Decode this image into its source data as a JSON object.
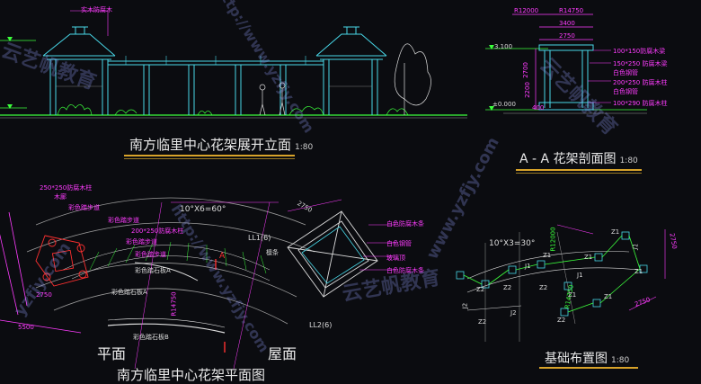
{
  "elevation": {
    "title": "南方临里中心花架展开立面",
    "scale": "1:80",
    "top_label": "实木防腐木"
  },
  "section": {
    "title": "A - A 花架剖面图",
    "scale": "1:80",
    "dims": [
      "R12000",
      "R14750",
      "3400",
      "2750",
      "2700",
      "2200",
      "400"
    ],
    "levels": [
      "3.100",
      "±0.000"
    ],
    "notes": [
      "100*150防腐木梁",
      "150*250 防腐木梁",
      "白色钢管",
      "200*250 防腐木柱",
      "白色钢管",
      "100*290 防腐木柱"
    ]
  },
  "plan": {
    "angle": "10°X6=60°",
    "labels_left": [
      "250*250防腐木柱",
      "木廊",
      "彩色踏步道",
      "彩色踏步道",
      "200*250防腐木柱",
      "彩色踏步道",
      "彩色踏步道"
    ],
    "stone_a": "彩色踏石板A",
    "stone_b": "彩色踏石板B",
    "dim_2750": "2750",
    "dim_r": "R14750",
    "dim_5500": "5500",
    "ll1": "LL1(6)",
    "ll2": "LL2(6)",
    "beam": "檩条",
    "labels_right": [
      "白色防腐木条",
      "白色钢管",
      "玻璃顶",
      "白色防腐木条"
    ],
    "dim_2750b": "2750",
    "sec_mark": "A",
    "plan_label": "平面",
    "roof_label": "屋面",
    "bottom_title": "南方临里中心花架平面图"
  },
  "foundation": {
    "title": "基础布置图",
    "scale": "1:80",
    "angle": "10°X3=30°",
    "labels": [
      "Z1",
      "Z1",
      "Z1",
      "Z1",
      "Z1",
      "Z1",
      "J1",
      "J1",
      "J1",
      "Z2",
      "Z2",
      "Z2",
      "Z2",
      "Z2",
      "J2",
      "J2"
    ],
    "dims": [
      "R12000",
      "R14750",
      "2750",
      "2750"
    ]
  },
  "watermarks": [
    "云艺帆教育",
    "www.yzfjy.com",
    "云艺帆教育",
    "http://www.yzfjy.com",
    "云艺帆教育",
    "yzfjy.com",
    "http://www.yzfjy.com"
  ]
}
